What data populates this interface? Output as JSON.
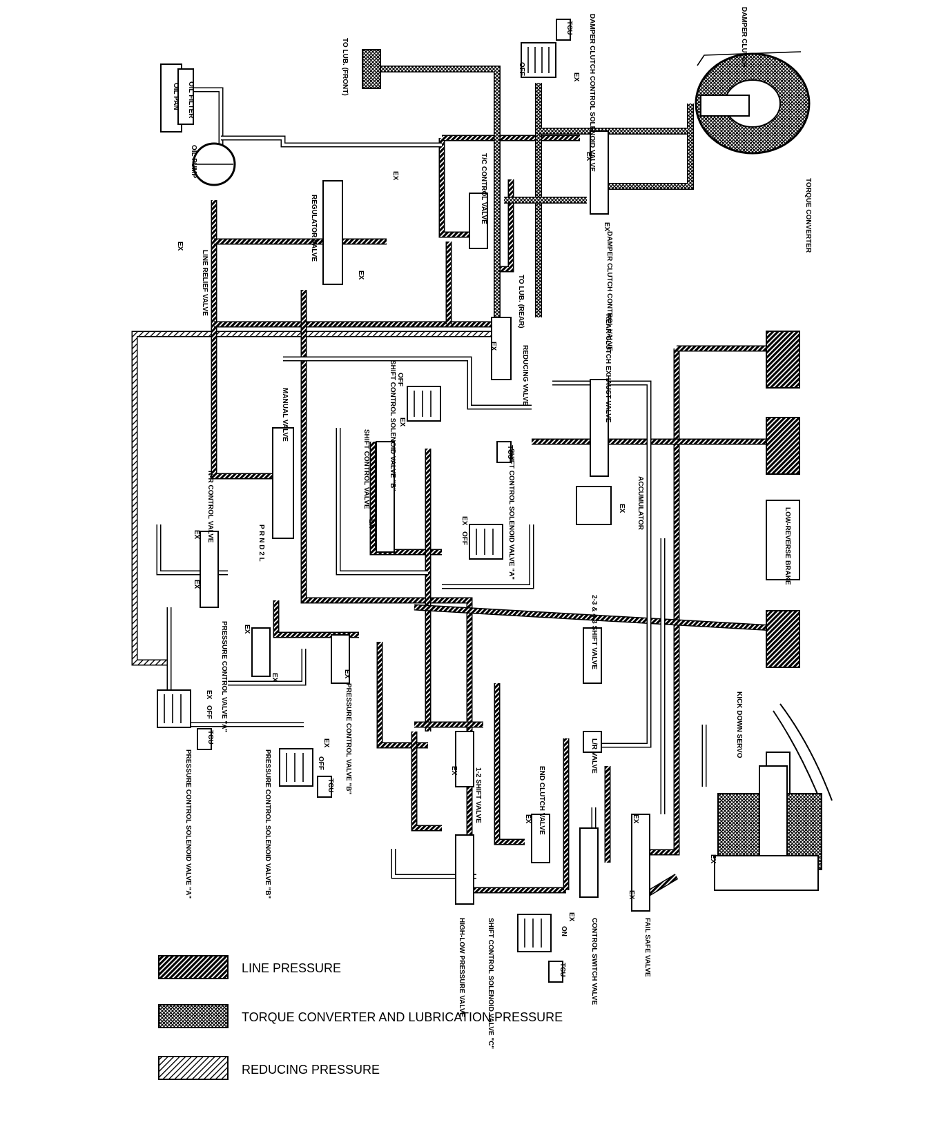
{
  "labels": {
    "damper_clutch": "DAMPER CLUTCH",
    "torque_converter": "TORQUE CONVERTER",
    "damper_clutch_control_solenoid_valve": "DAMPER CLUTCH CONTROL SOLENOID VALVE",
    "tcu": "TCU",
    "off": "OFF",
    "on": "ON",
    "ex": "EX",
    "to_lub_front": "TO LUB. (FRONT)",
    "oil_filter": "OIL FILTER",
    "oil_pan": "OIL PAN",
    "oil_pump": "OIL PUMP",
    "tc_control_valve": "T/C CONTROL VALVE",
    "damper_clutch_control_valve": "DAMPER CLUTCH CONTROL VALVE",
    "regulator_valve": "REGULATOR VALVE",
    "to_lub_rear": "TO LUB. (REAR)",
    "line_relief_valve": "LINE RELIEF VALVE",
    "rear_clutch_exhaust_valve": "REAR CLUTCH EXHAUST VALVE",
    "reducing_valve": "REDUCING VALVE",
    "shift_control_solenoid_valve_b": "SHIFT CONTROL SOLENOID VALVE \"B\"",
    "shift_control_valve": "SHIFT CONTROL VALVE",
    "shift_control_solenoid_valve_a": "SHIFT CONTROL SOLENOID VALVE \"A\"",
    "manual_valve": "MANUAL VALVE",
    "nr_control_valve": "N-R CONTROL VALVE",
    "prnd2l": "P R N D 2 L",
    "accumulator": "ACCUMULATOR",
    "low_reverse_brake": "LOW-REVERSE BRAKE",
    "shift_valve_23_43": "2-3 & 4-3 SHIFT VALVE",
    "pressure_control_valve_a": "PRESSURE CONTROL VALVE \"A\"",
    "pressure_control_valve_b": "PRESSURE CONTROL VALVE \"B\"",
    "pressure_control_solenoid_valve_a": "PRESSURE CONTROL SOLENOID VALVE \"A\"",
    "pressure_control_solenoid_valve_b": "PRESSURE CONTROL SOLENOID VALVE \"B\"",
    "kick_down_servo": "KICK DOWN SERVO",
    "lr_valve": "L/R VALVE",
    "end_clutch_valve": "END CLUTCH VALVE",
    "shift_valve_12": "1-2 SHIFT VALVE",
    "fail_safe_valve": "FAIL SAFE VALVE",
    "control_switch_valve": "CONTROL SWITCH VALVE",
    "shift_control_solenoid_valve_c": "SHIFT CONTROL SOLENOID VALVE \"C\"",
    "high_low_pressure_valve": "HIGH-LOW PRESSURE VALVE"
  },
  "legend": [
    {
      "key": "line",
      "text": "LINE PRESSURE"
    },
    {
      "key": "tc",
      "text": "TORQUE CONVERTER AND LUBRICATION PRESSURE"
    },
    {
      "key": "red",
      "text": "REDUCING PRESSURE"
    }
  ]
}
